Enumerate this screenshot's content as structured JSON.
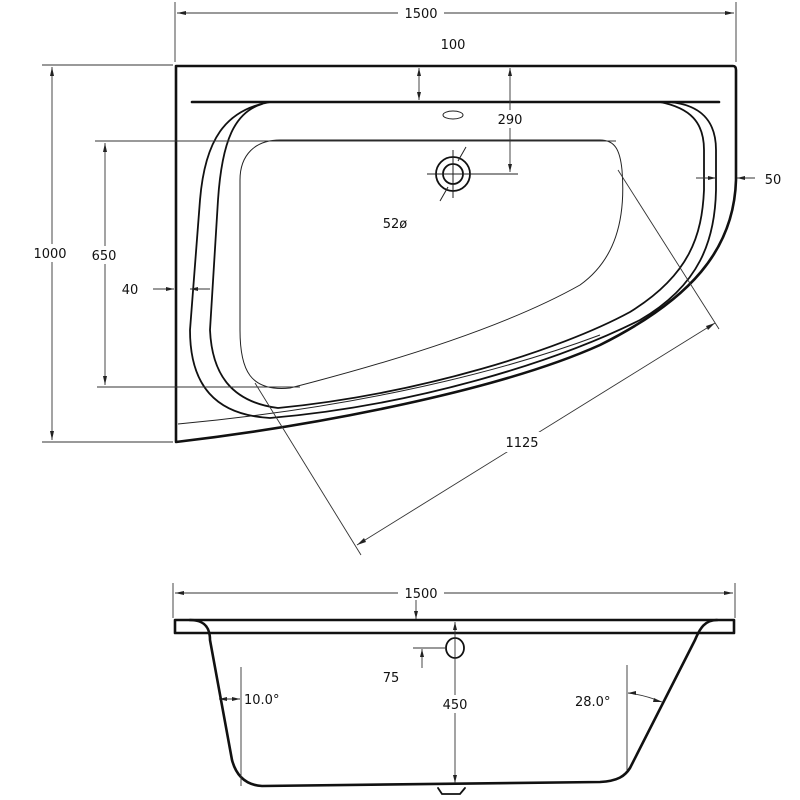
{
  "diagram": {
    "subject": "corner bathtub technical drawing",
    "colors": {
      "line": "#111111",
      "background": "#ffffff"
    },
    "plan_view": {
      "overall_width": "1500",
      "overall_depth": "1000",
      "rim_to_overflow": "100",
      "overflow_to_drain": "290",
      "inner_depth": "650",
      "left_rim_width": "40",
      "right_rim_width": "50",
      "drain_diameter": "52ø",
      "diagonal_length": "1125"
    },
    "side_view": {
      "overall_width": "1500",
      "overflow_offset": "75",
      "depth": "450",
      "left_wall_angle": "10.0°",
      "right_wall_angle": "28.0°"
    }
  }
}
